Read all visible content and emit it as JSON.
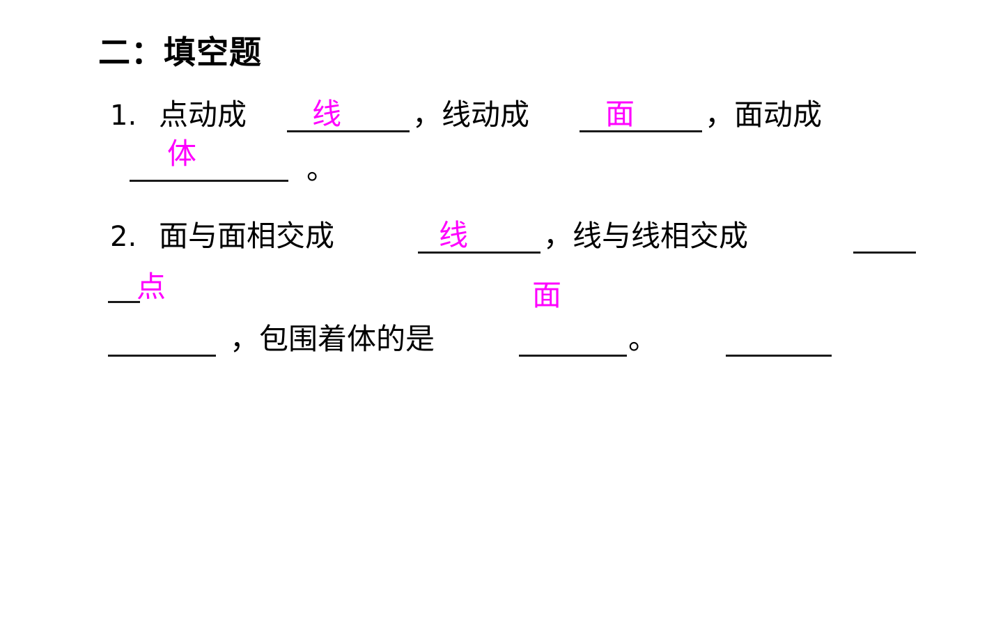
{
  "slide": {
    "background_color": "#ffffff",
    "text_color": "#000000",
    "answer_color": "#ff00ff",
    "heading": "二：填空题"
  },
  "questions": [
    {
      "number": "1.",
      "segments": {
        "s1": "点动成",
        "s2": "，线动成",
        "s3": "，面动成",
        "s4": "。"
      },
      "answers": {
        "a1": "线",
        "a2": "面",
        "a3": "体"
      }
    },
    {
      "number": "2.",
      "segments": {
        "s1": "面与面相交成",
        "s2": "，线与线相交成",
        "s3": "，包围着体的是",
        "s4": "。"
      },
      "answers": {
        "a1": "线",
        "a2": "点",
        "a3": "面"
      }
    }
  ]
}
